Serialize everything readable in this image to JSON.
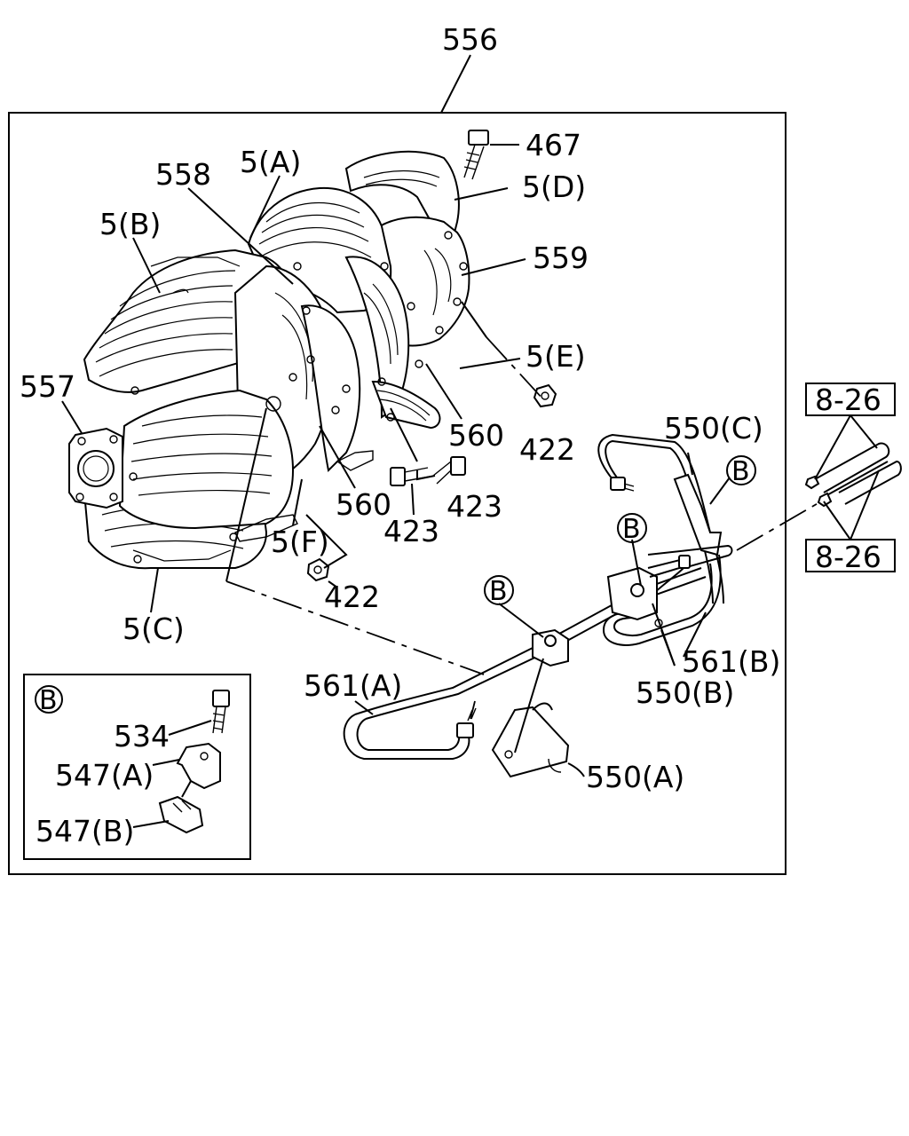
{
  "labels": {
    "l556": "556",
    "l467": "467",
    "l5d": "5(D)",
    "l559": "559",
    "l5a": "5(A)",
    "l558": "558",
    "l5b": "5(B)",
    "l557": "557",
    "l5e": "5(E)",
    "l422a": "422",
    "l560a": "560",
    "l560b": "560",
    "l423a": "423",
    "l423b": "423",
    "l5f": "5(F)",
    "l422b": "422",
    "l5c": "5(C)",
    "l550c": "550(C)",
    "l826a": "8-26",
    "l826b": "8-26",
    "l561b": "561(B)",
    "l550b": "550(B)",
    "l561a": "561(A)",
    "l550a": "550(A)",
    "l534": "534",
    "l547a": "547(A)",
    "l547b": "547(B)"
  },
  "callouts": {
    "b1": "B",
    "b2": "B",
    "b3": "B",
    "b_inset": "B"
  }
}
